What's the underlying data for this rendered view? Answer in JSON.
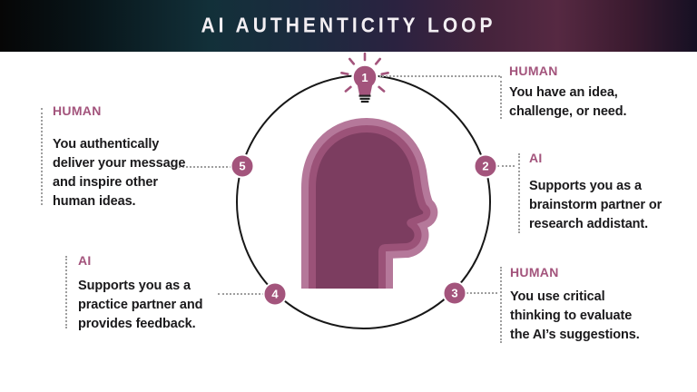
{
  "header": {
    "title": "AI AUTHENTICITY LOOP"
  },
  "colors": {
    "accent_puce": "#a3547c",
    "head_outer": "#b5789a",
    "head_mid": "#9b5278",
    "head_inner": "#7c3d60",
    "body_text": "#1a191b",
    "dotted_line": "#9e9e9e",
    "circle_stroke": "#171717",
    "banner_teal": "#123039",
    "banner_wine": "#562942"
  },
  "diagram": {
    "center_icon": "head-profile-silhouette",
    "top_icon": "lightbulb",
    "steps": [
      {
        "num": "1",
        "role": "HUMAN",
        "lines": [
          "You have an idea,",
          "challenge, or need."
        ]
      },
      {
        "num": "2",
        "role": "AI",
        "lines": [
          "Supports you as a",
          "brainstorm partner or",
          "research addistant."
        ]
      },
      {
        "num": "3",
        "role": "HUMAN",
        "lines": [
          "You use critical",
          "thinking to evaluate",
          "the AI’s suggestions."
        ]
      },
      {
        "num": "4",
        "role": "AI",
        "lines": [
          "Supports you as a",
          "practice partner and",
          "provides feedback."
        ]
      },
      {
        "num": "5",
        "role": "HUMAN",
        "lines": [
          "You authentically",
          "deliver your message",
          "and inspire other",
          "human ideas."
        ]
      }
    ]
  }
}
